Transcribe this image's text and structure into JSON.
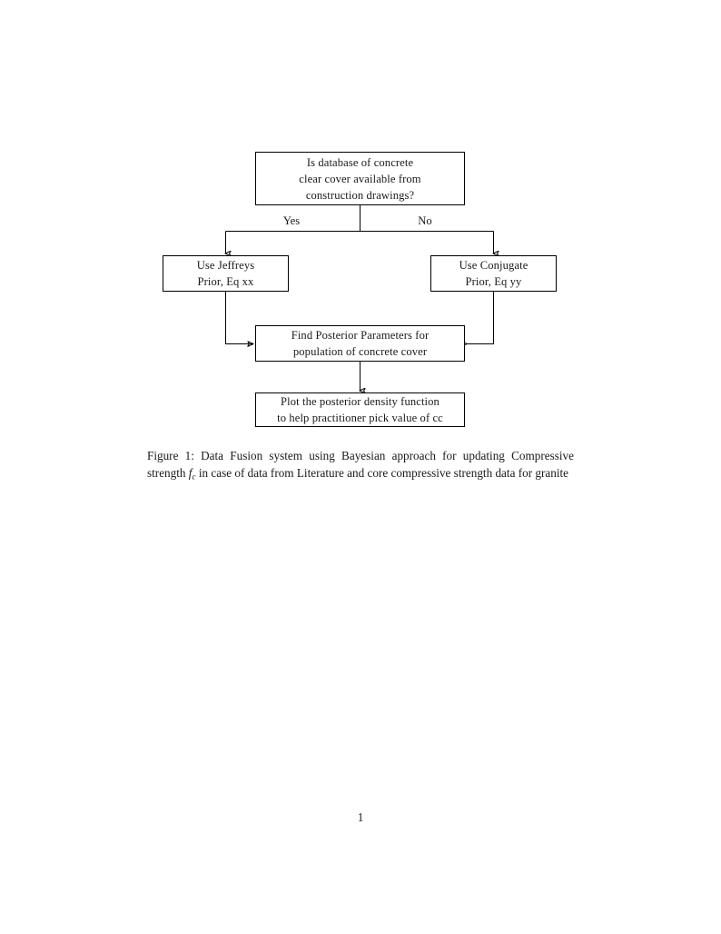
{
  "document": {
    "page_number": "1"
  },
  "figure": {
    "nodes": [
      {
        "id": "question",
        "lines": [
          "Is database of concrete",
          "clear cover available from",
          "construction drawings?"
        ]
      },
      {
        "id": "jeffreys",
        "lines": [
          "Use Jeffreys",
          "Prior, Eq xx"
        ]
      },
      {
        "id": "conjugate",
        "lines": [
          "Use Conjugate",
          "Prior, Eq yy"
        ]
      },
      {
        "id": "posterior",
        "lines": [
          "Find Posterior Parameters for",
          "population of concrete cover"
        ]
      },
      {
        "id": "plot",
        "lines": [
          "Plot the posterior density function",
          "to help practitioner pick value of cc"
        ]
      }
    ],
    "edge_labels": {
      "yes": "Yes",
      "no": "No"
    },
    "stroke_color": "#000000",
    "fill_color": "#ffffff"
  },
  "caption": {
    "label": "Figure 1:",
    "text_before_math": " Data Fusion system using Bayesian approach for updating Compressive strength ",
    "math_variable": "f",
    "math_subscript": "c",
    "text_after_math": " in case of data from Literature and core compressive strength data for granite",
    "full_text": "Figure 1: Data Fusion system using Bayesian approach for updating Compressive strength fc in case of data from Literature and core compressive strength data for granite"
  }
}
